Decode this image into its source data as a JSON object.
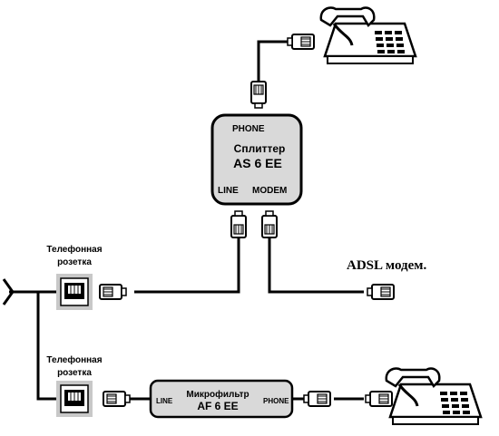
{
  "splitter": {
    "port_phone": "PHONE",
    "title_line1": "Сплиттер",
    "title_line2": "AS 6 EE",
    "port_line": "LINE",
    "port_modem": "MODEM"
  },
  "wall_jack_top": {
    "label_line1": "Телефонная",
    "label_line2": "розетка"
  },
  "wall_jack_bottom": {
    "label_line1": "Телефонная",
    "label_line2": "розетка"
  },
  "adsl_modem": {
    "label": "ADSL модем."
  },
  "microfilter": {
    "title_line1": "Микрофильтр",
    "title_line2": "AF 6 EE",
    "port_line": "LINE",
    "port_phone": "PHONE"
  },
  "icons": [
    "telephone-icon",
    "rj11-plug-icon",
    "wall-jack-icon"
  ],
  "colors": {
    "stroke": "#000000",
    "device_fill": "#d9d9d9",
    "jack_panel": "#c8c8c8",
    "background": "#ffffff"
  }
}
